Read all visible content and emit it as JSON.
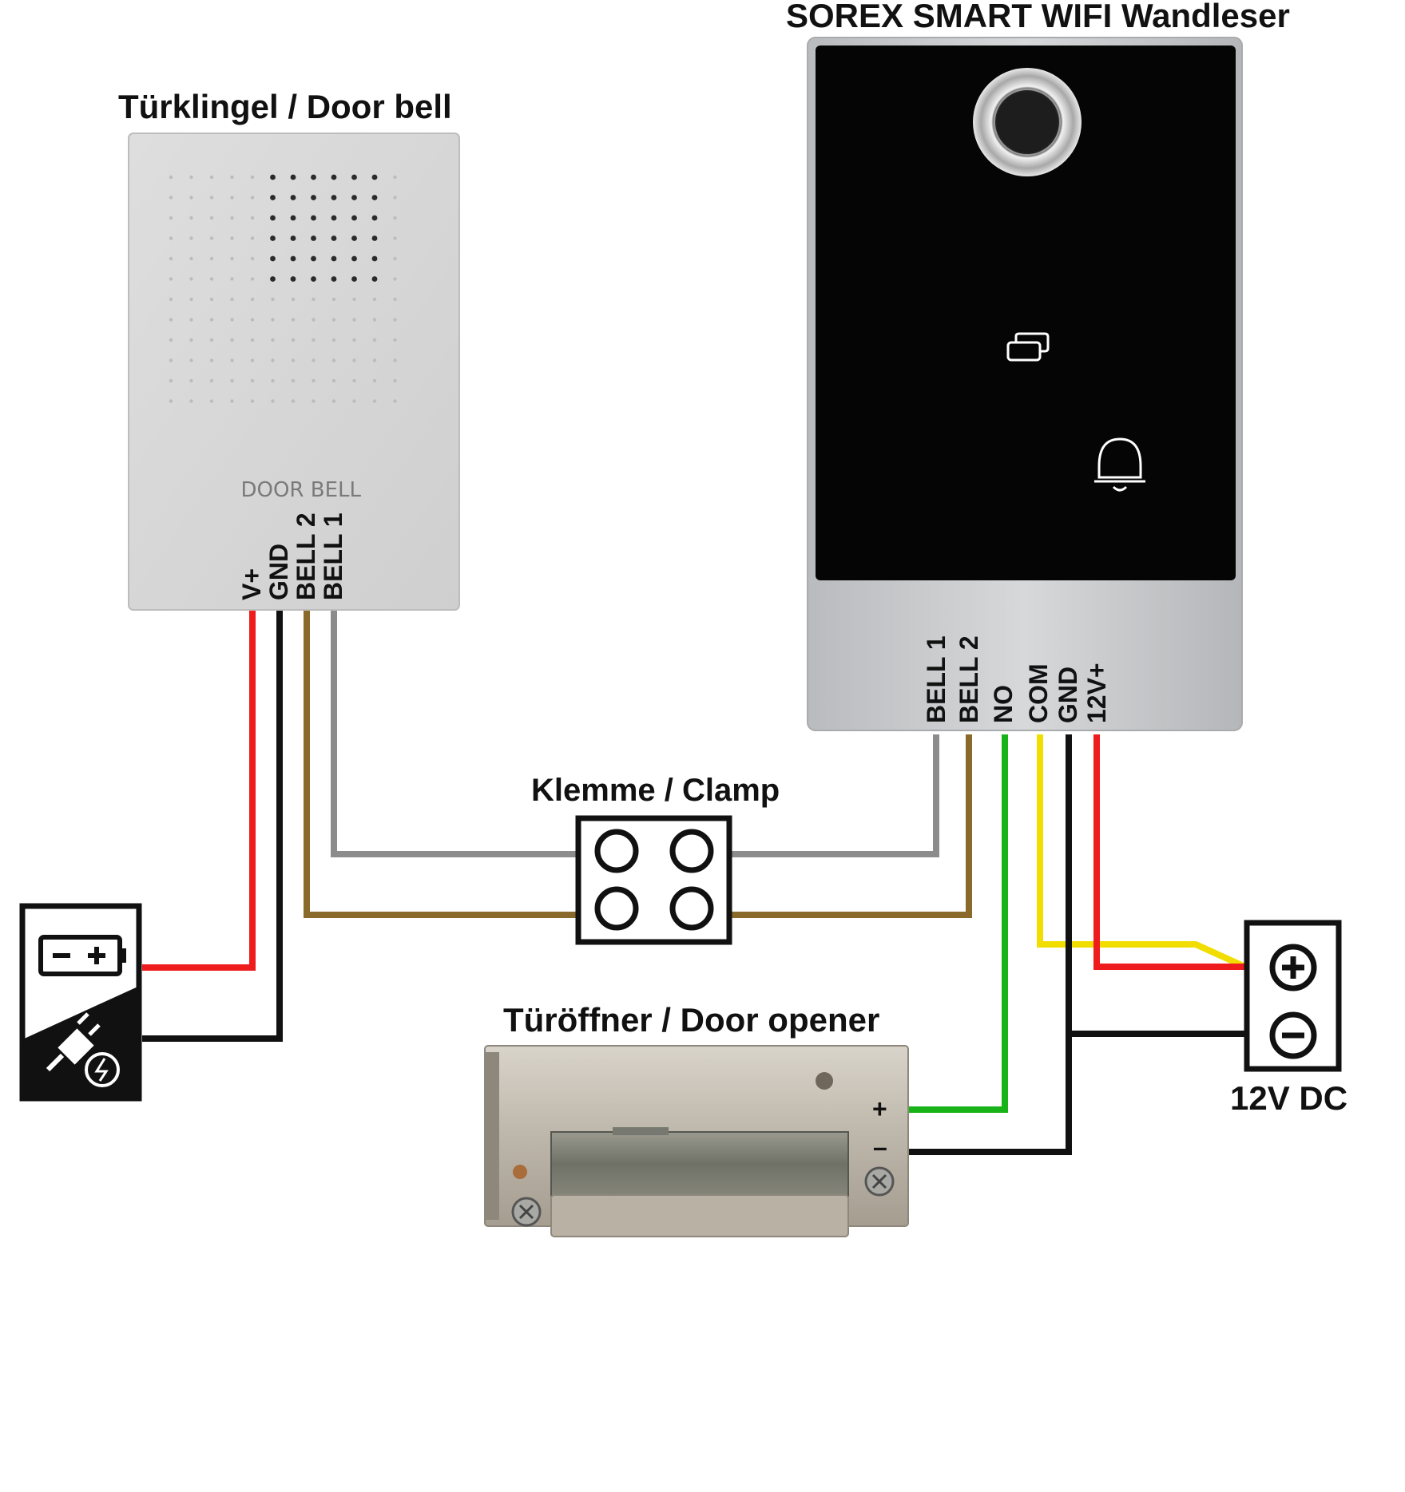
{
  "labels": {
    "reader_title": "SOREX SMART WIFI Wandleser",
    "bell_title": "Türklingel / Door bell",
    "clamp_title": "Klemme / Clamp",
    "opener_title": "Türöffner / Door opener",
    "psu_title": "12V DC",
    "bell_face_text": "DOOR  BELL"
  },
  "bell_terminals": [
    "V+",
    "GND",
    "BELL 2",
    "BELL 1"
  ],
  "reader_terminals": [
    "BELL 1",
    "BELL 2",
    "NO",
    "COM",
    "GND",
    "12V+"
  ],
  "opener_terminals": {
    "plus": "+",
    "minus": "–"
  },
  "wire_colors": {
    "red": "#ee1c1c",
    "black": "#111111",
    "brown": "#8a6a2a",
    "gray": "#8c8c8c",
    "green": "#18b318",
    "yellow": "#f2dd00"
  },
  "icons": {
    "battery": "battery-icon",
    "plug": "power-plug-icon",
    "fingerprint": "fingerprint-sensor-icon",
    "rfid": "rfid-card-icon",
    "bell": "bell-icon",
    "plus": "plus-circle-icon",
    "minus": "minus-circle-icon"
  }
}
